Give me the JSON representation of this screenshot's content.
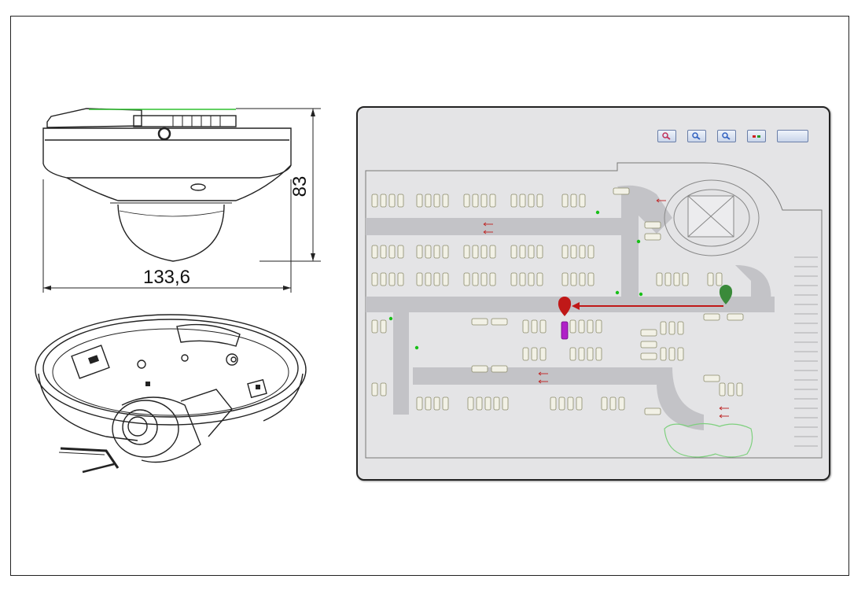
{
  "dimensions": {
    "width_label": "133,6",
    "height_label": "83"
  },
  "map": {
    "toolbar": {
      "buttons": [
        {
          "name": "zoom-in-button",
          "icon": "zoom-in-icon",
          "accent": "#c0305a"
        },
        {
          "name": "zoom-out-button",
          "icon": "zoom-out-icon",
          "accent": "#3060c0"
        },
        {
          "name": "zoom-reset-button",
          "icon": "zoom-reset-icon",
          "accent": "#3060c0"
        },
        {
          "name": "layers-button",
          "icon": "legend-icon",
          "accent": "#d02020"
        },
        {
          "name": "blank-button",
          "icon": "",
          "accent": ""
        }
      ]
    },
    "route": {
      "start_marker_color": "#3a8a3a",
      "end_marker_color": "#c01818",
      "arrow_color": "#c01818",
      "highlighted_car_color": "#b020c8"
    },
    "colors": {
      "background": "#e4e4e6",
      "driveway": "#c3c3c7",
      "car": "#f2f1e6",
      "car_outline": "#8a8a6a",
      "green_zone": "#7ed07e",
      "sensor_dot": "#18c018"
    }
  }
}
